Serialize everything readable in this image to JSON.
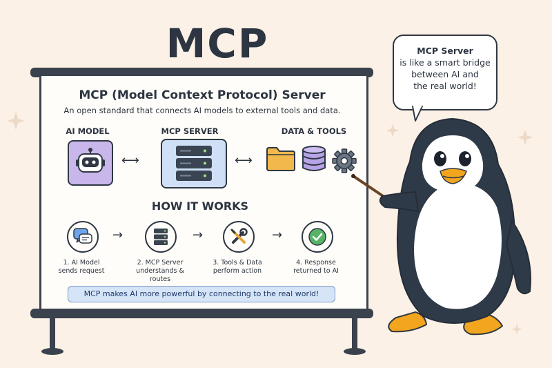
{
  "title": "MCP SERVER",
  "board": {
    "subtitle": "MCP (Model Context Protocol) Server",
    "description": "An open standard that connects AI models to external tools and data.",
    "components": [
      {
        "label": "AI MODEL",
        "icon": "robot-icon"
      },
      {
        "label": "MCP SERVER",
        "icon": "server-icon"
      },
      {
        "label": "DATA & TOOLS",
        "icons": [
          "folder-icon",
          "database-icon",
          "gear-icon"
        ]
      }
    ],
    "how_it_works_title": "HOW IT WORKS",
    "steps": [
      {
        "line1": "1. AI Model",
        "line2": "sends request",
        "icon": "chat-icon"
      },
      {
        "line1": "2. MCP Server",
        "line2": "understands & routes",
        "icon": "server-icon"
      },
      {
        "line1": "3. Tools & Data",
        "line2": "perform action",
        "icon": "tools-icon"
      },
      {
        "line1": "4. Response",
        "line2": "returned to AI",
        "icon": "check-icon"
      }
    ],
    "note": "MCP makes AI more powerful by connecting to the real world!"
  },
  "bubble": {
    "line1": "MCP Server",
    "line2": "is like a smart bridge",
    "line3": "between AI and",
    "line4": "the real world!"
  },
  "colors": {
    "background": "#fbf1e6",
    "ai_tile": "#c9b6ea",
    "server_tile": "#cfe0f6",
    "folder": "#f2b84b",
    "database": "#b7a3e6",
    "note_bg": "#d6e4f7",
    "penguin_body": "#2f3a48",
    "penguin_orange": "#f2a51f"
  }
}
